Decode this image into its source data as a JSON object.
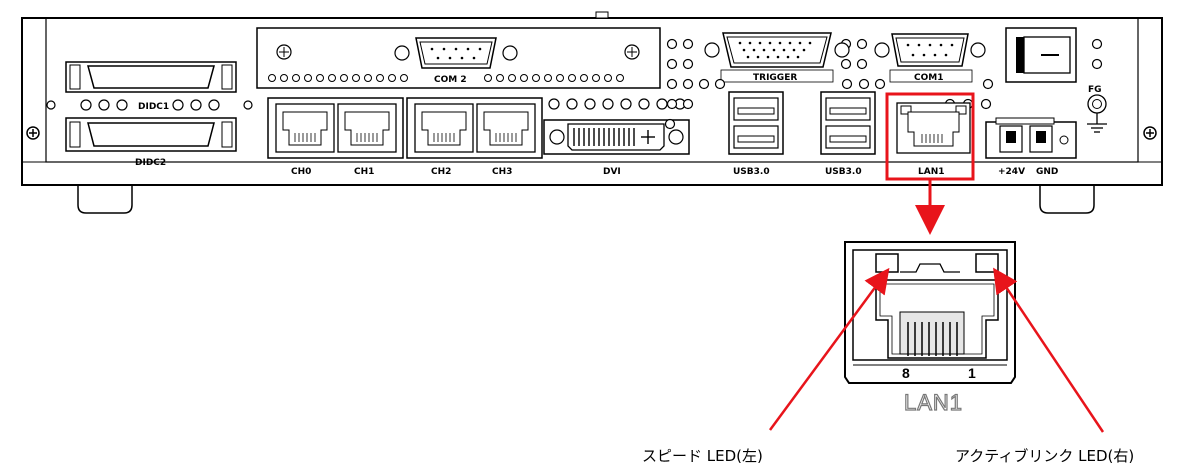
{
  "panel": {
    "labels": {
      "didc1": "DIDC1",
      "didc2": "DIDC2",
      "com2": "COM 2",
      "com1": "COM1",
      "trigger": "TRIGGER",
      "dvi": "DVI",
      "ch0": "CH0",
      "ch1": "CH1",
      "ch2": "CH2",
      "ch3": "CH3",
      "usb_a": "USB3.0",
      "usb_b": "USB3.0",
      "lan1": "LAN1",
      "v24": "+24V",
      "gnd": "GND",
      "fg": "FG"
    }
  },
  "zoom": {
    "lan_label": "LAN1",
    "pin_left": "8",
    "pin_right": "1"
  },
  "callouts": {
    "speed_led": "スピード LED(左)",
    "active_led": "アクティブリンク LED(右)"
  },
  "colors": {
    "highlight": "#e8141b",
    "line": "#000000"
  }
}
